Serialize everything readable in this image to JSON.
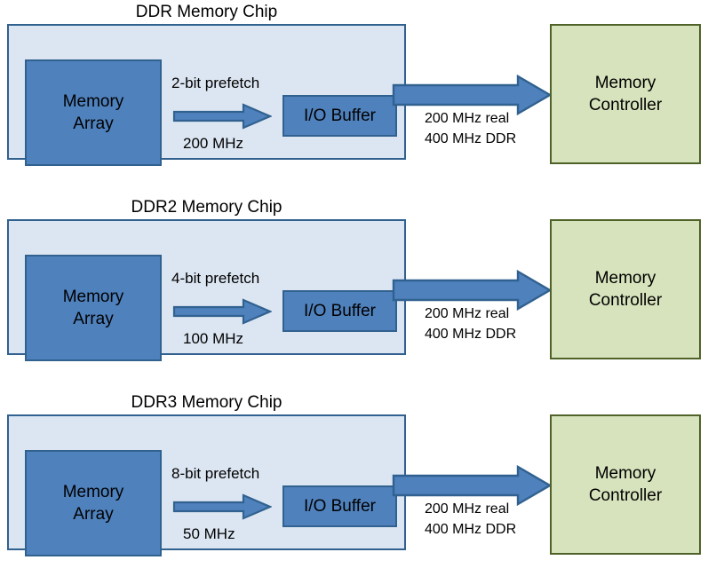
{
  "diagram": {
    "title": "DDR / DDR2 / DDR3 memory chip prefetch comparison",
    "colors": {
      "panel_fill": "#dce6f2",
      "panel_border": "#31618f",
      "block_fill": "#4f81bd",
      "block_border": "#31618f",
      "controller_fill": "#d7e3bc",
      "controller_border": "#4f6228",
      "arrow_fill": "#4f81bd",
      "arrow_border": "#31618f",
      "text": "#000000",
      "background": "#ffffff"
    }
  },
  "rows": [
    {
      "chip_title": "DDR Memory Chip",
      "memory_array": {
        "line1": "Memory",
        "line2": "Array"
      },
      "prefetch_label": "2-bit prefetch",
      "clock_label": "200 MHz",
      "io_buffer": "I/O Buffer",
      "bus_label_1": "200 MHz real",
      "bus_label_2": "400 MHz DDR",
      "controller": {
        "line1": "Memory",
        "line2": "Controller"
      },
      "internal_arrow": "arrow-right-icon",
      "external_arrow": "arrow-right-icon"
    },
    {
      "chip_title": "DDR2 Memory Chip",
      "memory_array": {
        "line1": "Memory",
        "line2": "Array"
      },
      "prefetch_label": "4-bit prefetch",
      "clock_label": "100 MHz",
      "io_buffer": "I/O Buffer",
      "bus_label_1": "200 MHz real",
      "bus_label_2": "400 MHz DDR",
      "controller": {
        "line1": "Memory",
        "line2": "Controller"
      },
      "internal_arrow": "arrow-right-icon",
      "external_arrow": "arrow-right-icon"
    },
    {
      "chip_title": "DDR3 Memory Chip",
      "memory_array": {
        "line1": "Memory",
        "line2": "Array"
      },
      "prefetch_label": "8-bit prefetch",
      "clock_label": "50 MHz",
      "io_buffer": "I/O Buffer",
      "bus_label_1": "200 MHz real",
      "bus_label_2": "400 MHz DDR",
      "controller": {
        "line1": "Memory",
        "line2": "Controller"
      },
      "internal_arrow": "arrow-right-icon",
      "external_arrow": "arrow-right-icon"
    }
  ]
}
